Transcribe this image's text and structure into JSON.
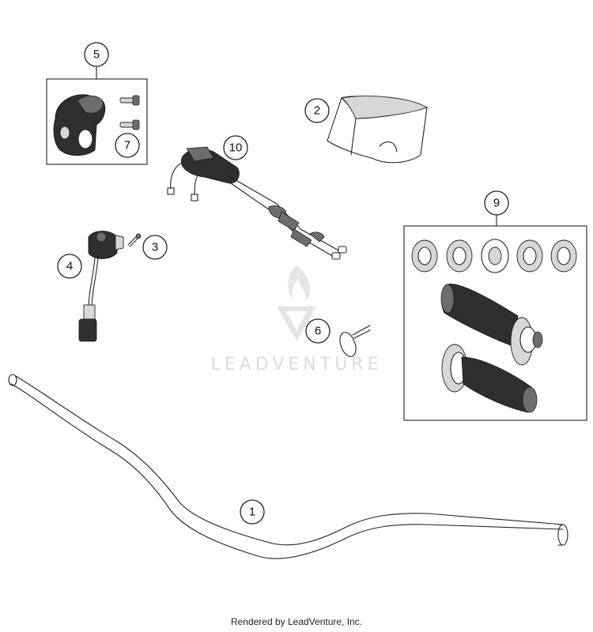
{
  "watermark": {
    "text": "LEADVENTURE"
  },
  "footer": {
    "text": "Rendered by LeadVenture, Inc."
  },
  "callouts": [
    {
      "id": "1",
      "label": "1"
    },
    {
      "id": "2",
      "label": "2"
    },
    {
      "id": "3",
      "label": "3"
    },
    {
      "id": "4",
      "label": "4"
    },
    {
      "id": "5",
      "label": "5"
    },
    {
      "id": "6",
      "label": "6"
    },
    {
      "id": "7",
      "label": "7"
    },
    {
      "id": "9",
      "label": "9"
    },
    {
      "id": "10",
      "label": "10"
    }
  ],
  "colors": {
    "line": "#222222",
    "watermark": "#d9d9d9",
    "background": "#ffffff"
  }
}
